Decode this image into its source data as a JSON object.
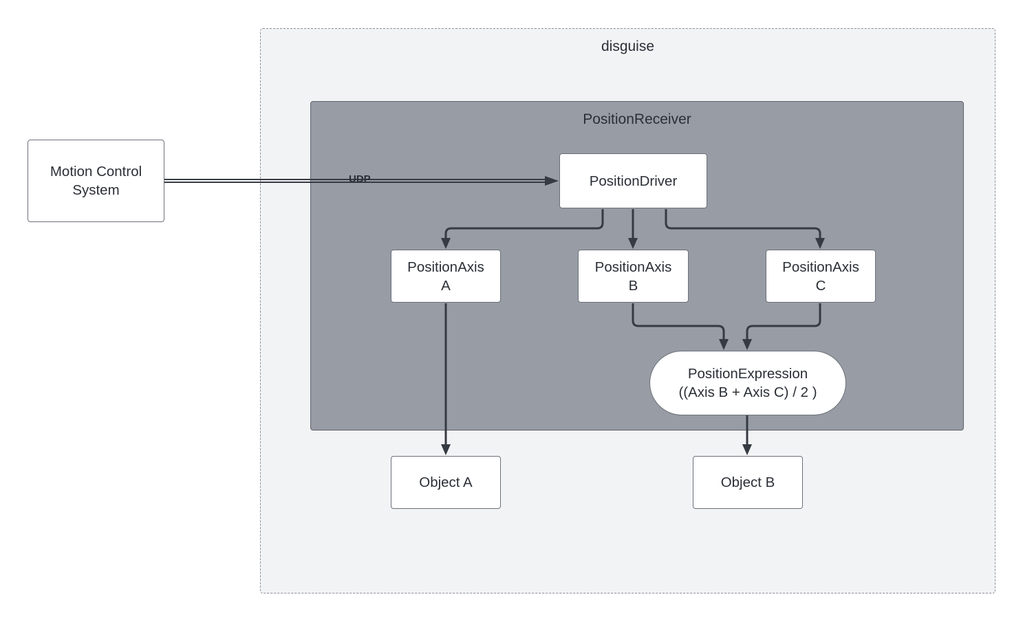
{
  "containers": {
    "outer_title": "disguise",
    "inner_title": "PositionReceiver"
  },
  "nodes": {
    "motion_control": "Motion Control\nSystem",
    "position_driver": "PositionDriver",
    "axis_a": "PositionAxis\nA",
    "axis_b": "PositionAxis\nB",
    "axis_c": "PositionAxis\nC",
    "expression": "PositionExpression\n((Axis B + Axis C) / 2 )",
    "object_a": "Object A",
    "object_b": "Object B"
  },
  "edges": {
    "udp_label": "UDP"
  },
  "colors": {
    "outer_bg": "#f2f3f5",
    "inner_bg": "#979ca5",
    "edge": "#363a42",
    "node_bg": "#ffffff"
  }
}
